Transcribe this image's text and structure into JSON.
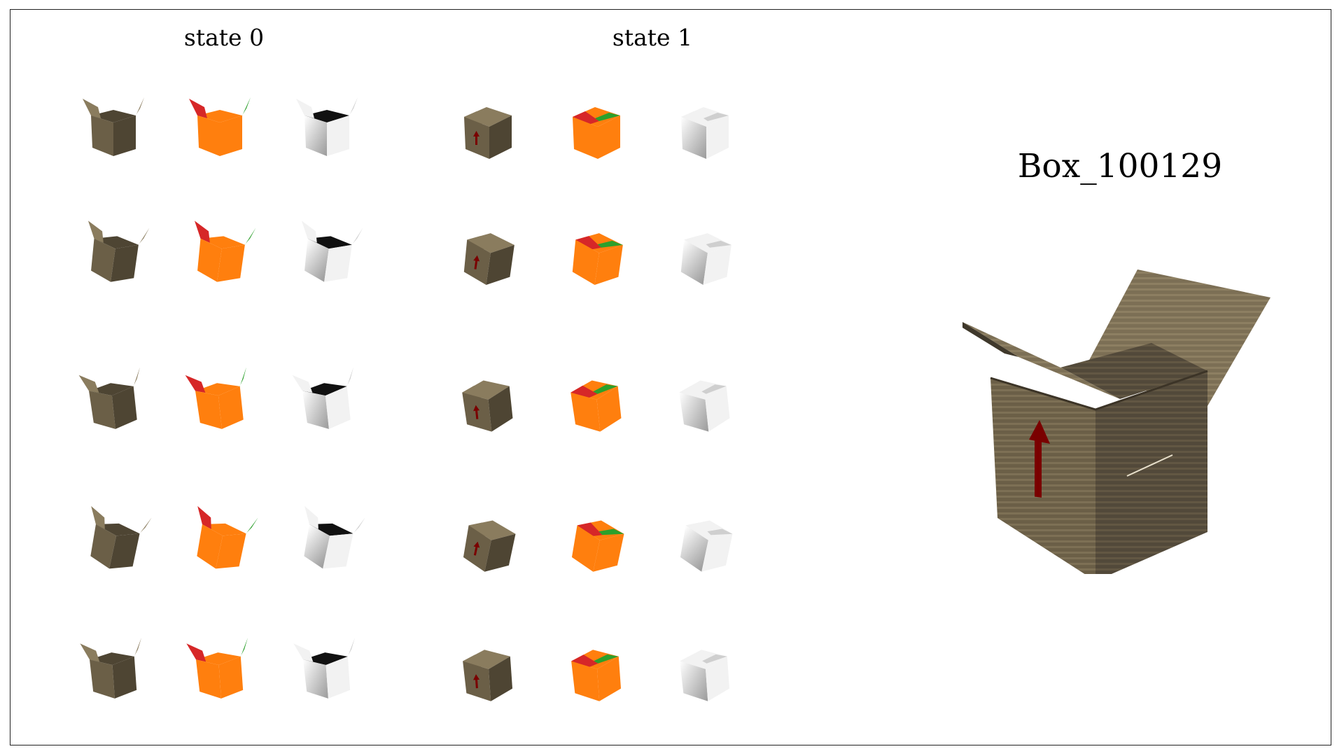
{
  "labels": {
    "state0": "state 0",
    "state1": "state 1",
    "object_name": "Box_100129"
  },
  "grid": {
    "rows": 5,
    "state0_columns": [
      "texture",
      "part-segmentation",
      "depth"
    ],
    "state1_columns": [
      "texture",
      "part-segmentation",
      "depth"
    ]
  },
  "colors": {
    "cardboard": "#6b5f47",
    "cardboard_light": "#8a7c5e",
    "cardboard_dark": "#4e4533",
    "seg_body": "#ff7f0e",
    "seg_flap_a": "#d62728",
    "seg_flap_b": "#2ca02c",
    "depth_light": "#f2f2f2",
    "depth_dark": "#111111",
    "arrow": "#7a0000"
  }
}
